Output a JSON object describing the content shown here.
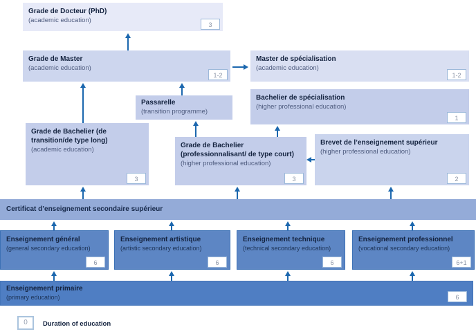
{
  "boxes": {
    "docteur": {
      "title": "Grade de Docteur (PhD)",
      "subtitle": "(academic education)",
      "duration": "3"
    },
    "master": {
      "title": "Grade de Master",
      "subtitle": "(academic education)",
      "duration": "1-2"
    },
    "master_spec": {
      "title": "Master de spécialisation",
      "subtitle": "(academic education)",
      "duration": "1-2"
    },
    "bachelier_spec": {
      "title": "Bachelier de spécialisation",
      "subtitle": "(higher professional education)",
      "duration": "1"
    },
    "passarelle": {
      "title": "Passarelle",
      "subtitle": "(transition programme)"
    },
    "bachelier_transition": {
      "title": "Grade de Bachelier (de transition/de type long)",
      "subtitle": "(academic education)",
      "duration": "3"
    },
    "bachelier_prof": {
      "title": "Grade de Bachelier (professionnalisant/ de type court)",
      "subtitle": "(higher professional education)",
      "duration": "3"
    },
    "brevet": {
      "title": "Brevet de l’enseignement supérieur",
      "subtitle": "(higher professional education)",
      "duration": "2"
    },
    "certificat": {
      "title": "Certificat d’enseignement secondaire supérieur"
    },
    "general": {
      "title": "Enseignement général",
      "subtitle": "(general secondary education)",
      "duration": "6"
    },
    "artistique": {
      "title": "Enseignement artistique",
      "subtitle": "(artistic secondary education)",
      "duration": "6"
    },
    "technique": {
      "title": "Enseignement technique",
      "subtitle": "(technical secondary education)",
      "duration": "6"
    },
    "professionnel": {
      "title": "Enseignement professionnel",
      "subtitle": "(vocational secondary education)",
      "duration": "6+1"
    },
    "primaire": {
      "title": "Enseignement primaire",
      "subtitle": "(primary education)",
      "duration": "6"
    }
  },
  "legend": {
    "badge": "0",
    "label": "Duration of education"
  },
  "palette": {
    "box_lightest": "#e7eaf8",
    "box_light": "#cdd6ee",
    "box_medium_light": "#c3cdea",
    "band_medium": "#94abd8",
    "box_dark": "#5d86c4",
    "band_dark": "#4f7ec3",
    "arrow": "#1b67ae",
    "badge_border": "#9db9da",
    "badge_text": "#8a94a6",
    "title_text": "#14233f"
  }
}
